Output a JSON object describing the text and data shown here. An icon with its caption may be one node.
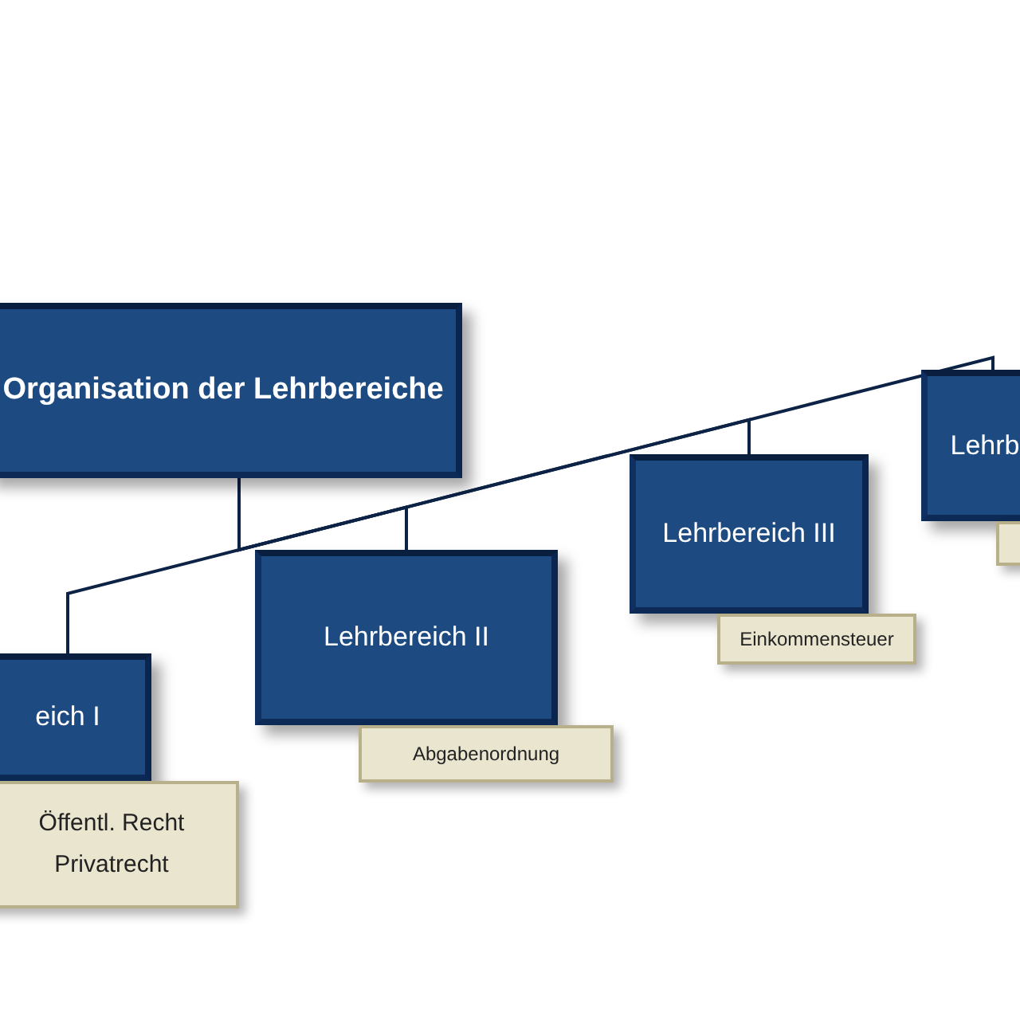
{
  "diagram": {
    "nodes": [
      {
        "text": [
          "Organisation der Lehrbereiche"
        ]
      },
      {
        "text": [
          "eich I"
        ]
      },
      {
        "text": [
          "Öffentl. Recht",
          "Privatrecht"
        ]
      },
      {
        "text": [
          "Lehrbereich II"
        ]
      },
      {
        "text": [
          "Abgabenordnung"
        ]
      },
      {
        "text": [
          "Lehrbereich III"
        ]
      },
      {
        "text": [
          "Einkommensteuer"
        ]
      },
      {
        "text": [
          "Lehrb"
        ]
      },
      {
        "text": [],
        "shape": "box"
      }
    ],
    "edges": [
      {
        "from": 0,
        "to": 1,
        "arrow": "none"
      },
      {
        "from": 0,
        "to": 3,
        "arrow": "none"
      },
      {
        "from": 0,
        "to": 5,
        "arrow": "none"
      },
      {
        "from": 0,
        "to": 7,
        "arrow": "none"
      }
    ]
  }
}
